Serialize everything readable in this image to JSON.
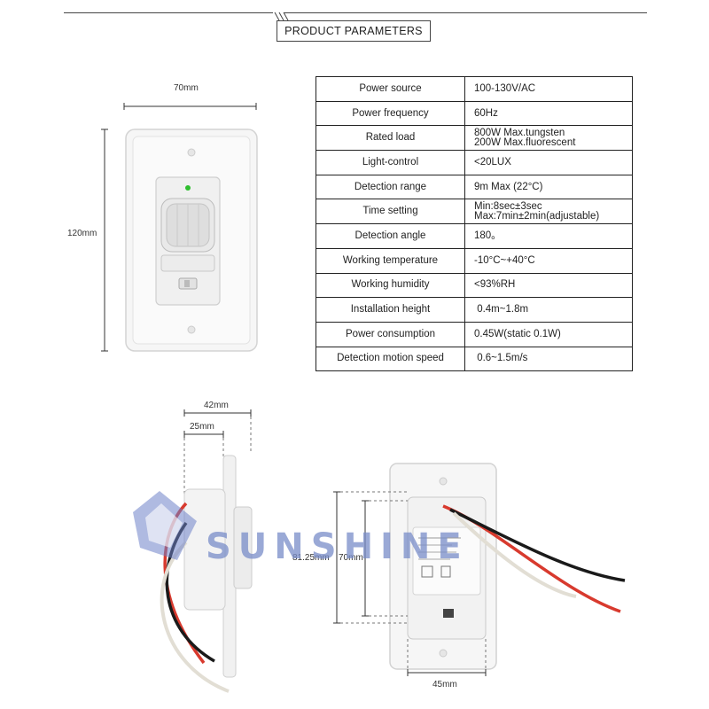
{
  "header": {
    "title": "PRODUCT PARAMETERS"
  },
  "front_view": {
    "width_label": "70mm",
    "height_label": "120mm"
  },
  "parameters": [
    {
      "label": "Power source",
      "value": [
        "100-130V/AC"
      ]
    },
    {
      "label": "Power frequency",
      "value": [
        "60Hz"
      ]
    },
    {
      "label": "Rated load",
      "value": [
        "800W Max.tungsten",
        "200W Max.fluorescent"
      ]
    },
    {
      "label": "Light-control",
      "value": [
        "<20LUX"
      ]
    },
    {
      "label": "Detection range",
      "value": [
        "9m Max (22°C)"
      ]
    },
    {
      "label": "Time setting",
      "value": [
        "Min:8sec±3sec",
        "Max:7min±2min(adjustable)"
      ]
    },
    {
      "label": "Detection angle",
      "value": [
        "180。"
      ]
    },
    {
      "label": "Working temperature",
      "value": [
        "-10°C~+40°C"
      ]
    },
    {
      "label": "Working humidity",
      "value": [
        "<93%RH"
      ]
    },
    {
      "label": "Installation height",
      "value": [
        " 0.4m~1.8m"
      ]
    },
    {
      "label": "Power consumption",
      "value": [
        "0.45W(static 0.1W)"
      ]
    },
    {
      "label": "Detection motion speed",
      "value": [
        " 0.6~1.5m/s"
      ]
    }
  ],
  "side_view": {
    "depth_label": "42mm",
    "inner_depth_label": "25mm"
  },
  "back_view": {
    "height_label_a": "81.25mm",
    "height_label_b": "70mm",
    "width_label": "45mm"
  },
  "watermark": {
    "text": "SUNSHINE"
  },
  "colors": {
    "wire_red": "#d83a2e",
    "wire_black": "#1a1a1a",
    "wire_white": "#f2f0ea",
    "led": "#2fbf2f"
  }
}
